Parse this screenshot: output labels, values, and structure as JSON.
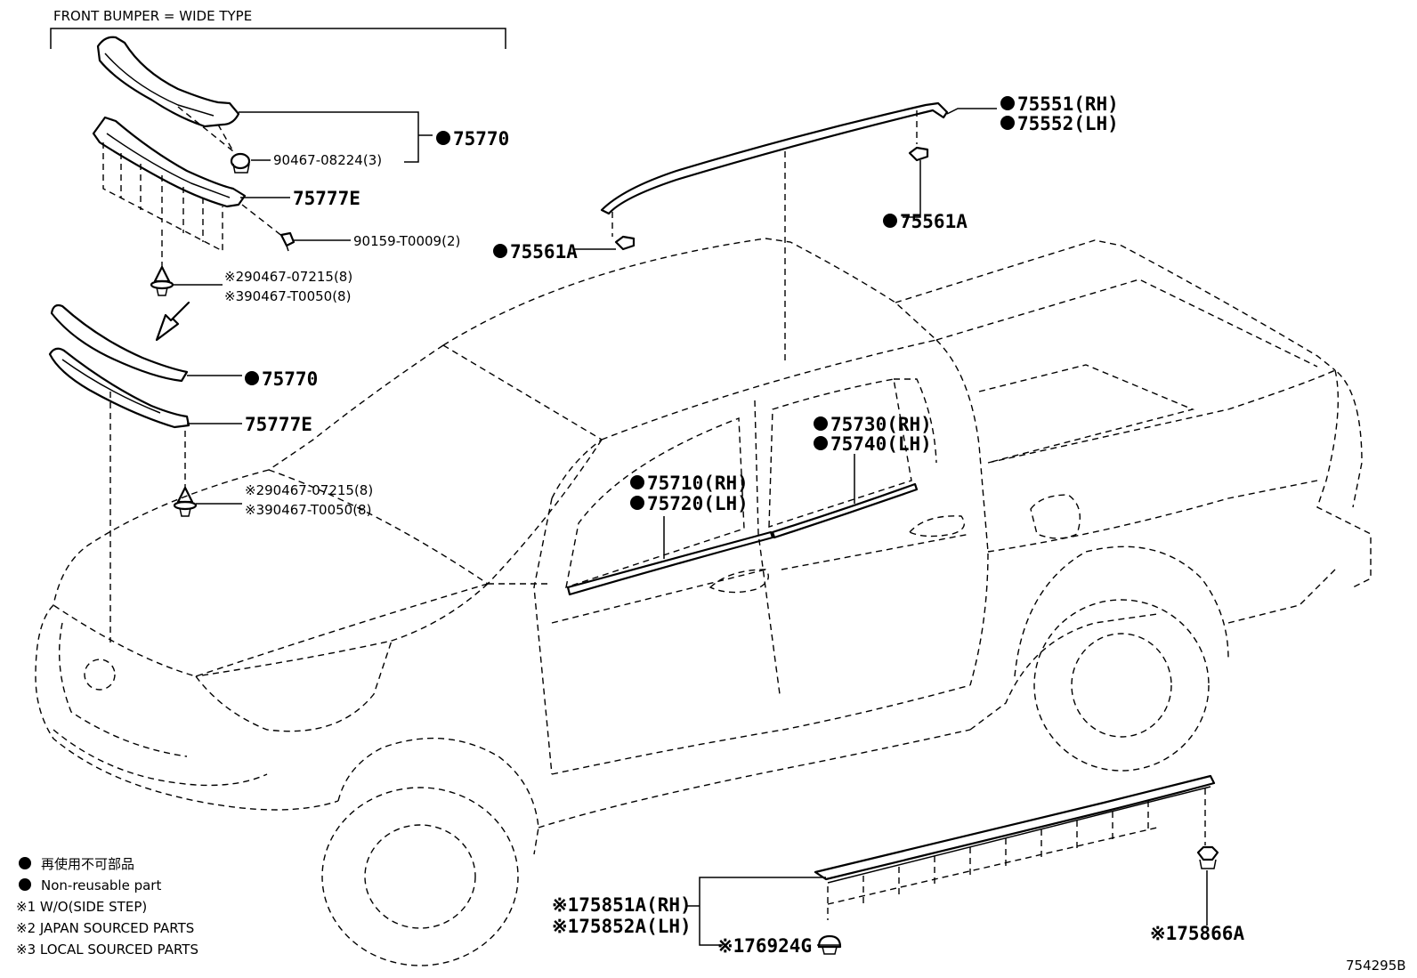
{
  "header": {
    "title": "FRONT BUMPER = WIDE TYPE"
  },
  "callouts": {
    "p75770_top": "75770",
    "p90467_08224": "90467-08224(3)",
    "p75777e_top": "75777E",
    "p90159": "90159-T0009(2)",
    "clip_top_1": "※290467-07215(8)",
    "clip_top_2": "※390467-T0050(8)",
    "p75770_mid": "75770",
    "p75777e_mid": "75777E",
    "clip_mid_1": "※290467-07215(8)",
    "clip_mid_2": "※390467-T0050(8)",
    "p75551": "75551(RH)",
    "p75552": "75552(LH)",
    "p75561a_right": "75561A",
    "p75561a_left": "75561A",
    "p75730": "75730(RH)",
    "p75740": "75740(LH)",
    "p75710": "75710(RH)",
    "p75720": "75720(LH)",
    "p75851a": "※175851A(RH)",
    "p75852a": "※175852A(LH)",
    "p76924g": "※176924G",
    "p75866a": "※175866A"
  },
  "legend": {
    "items": [
      {
        "marker": "dot",
        "text": "再使用不可部品"
      },
      {
        "marker": "dot",
        "text": "Non-reusable part"
      },
      {
        "marker": "none",
        "text": "※1 W/O(SIDE STEP)"
      },
      {
        "marker": "none",
        "text": "※2 JAPAN SOURCED PARTS"
      },
      {
        "marker": "none",
        "text": "※3 LOCAL SOURCED PARTS"
      }
    ]
  },
  "figure_id": "754295B",
  "colors": {
    "line": "#000000",
    "background": "#ffffff"
  }
}
